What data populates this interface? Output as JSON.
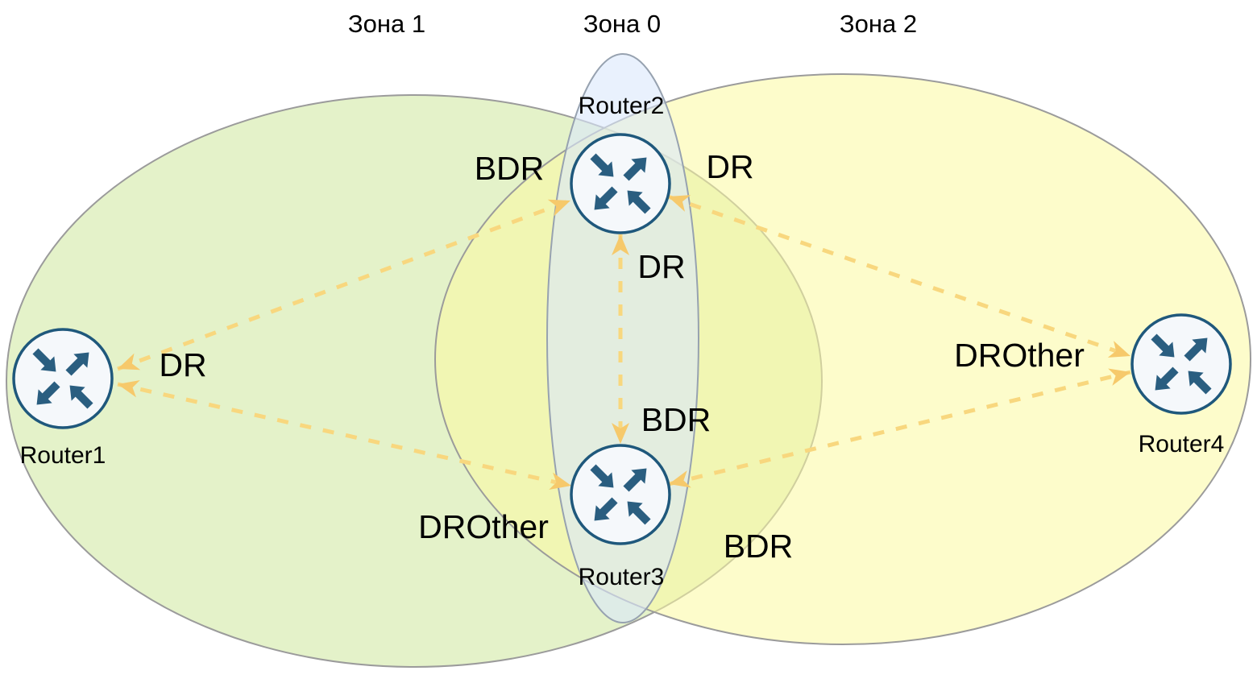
{
  "zones": {
    "zone1": {
      "label": "Зона 1"
    },
    "zone0": {
      "label": "Зона 0"
    },
    "zone2": {
      "label": "Зона 2"
    }
  },
  "routers": {
    "router1": {
      "label": "Router1"
    },
    "router2": {
      "label": "Router2"
    },
    "router3": {
      "label": "Router3"
    },
    "router4": {
      "label": "Router4"
    }
  },
  "roles": {
    "router1": {
      "label": "DR"
    },
    "router2_zone1": {
      "label": "BDR"
    },
    "router2_zone0": {
      "label": "DR"
    },
    "router2_zone2": {
      "label": "DR"
    },
    "router3_zone1": {
      "label": "DROther"
    },
    "router3_zone0": {
      "label": "BDR"
    },
    "router3_zone2": {
      "label": "BDR"
    },
    "router4": {
      "label": "DROther"
    }
  },
  "connections": [
    {
      "from": "Router1",
      "to": "Router2",
      "style": "dashed",
      "bidirectional": true
    },
    {
      "from": "Router1",
      "to": "Router3",
      "style": "dashed",
      "bidirectional": true
    },
    {
      "from": "Router2",
      "to": "Router3",
      "style": "dashed",
      "bidirectional": true
    },
    {
      "from": "Router2",
      "to": "Router4",
      "style": "dashed",
      "bidirectional": true
    },
    {
      "from": "Router3",
      "to": "Router4",
      "style": "dashed",
      "bidirectional": true
    }
  ],
  "colors": {
    "zone1_fill": "#d9ecb2",
    "zone2_fill": "#fbf9a0",
    "zone0_fill": "#dae8fc",
    "zone_border": "#9b9b9b",
    "connection": "#f8d77e",
    "arrowhead": "#f6c96b",
    "router_fill": "#f5f8fb",
    "router_outline": "#1f587c",
    "router_symbol": "#2a5e80",
    "text": "#000000"
  }
}
